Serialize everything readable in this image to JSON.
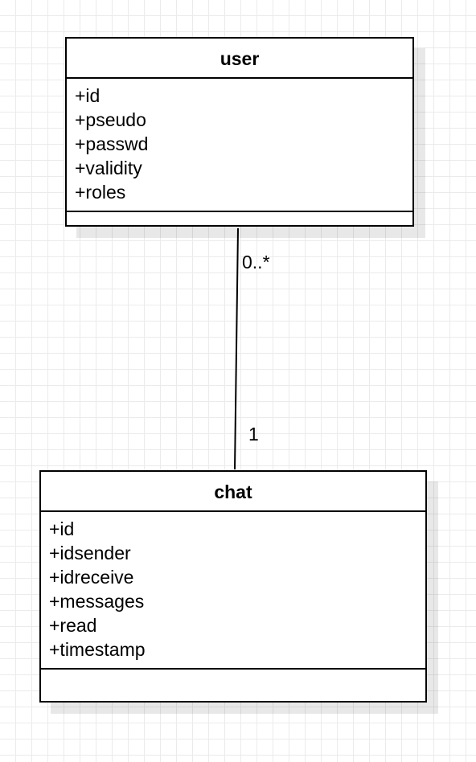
{
  "classes": {
    "user": {
      "name": "user",
      "attributes": [
        "+id",
        "+pseudo",
        "+passwd",
        "+validity",
        "+roles"
      ]
    },
    "chat": {
      "name": "chat",
      "attributes": [
        "+id",
        "+idsender",
        "+idreceive",
        "+messages",
        "+read",
        "+timestamp"
      ]
    }
  },
  "association": {
    "user_end_multiplicity": "0..*",
    "chat_end_multiplicity": "1"
  }
}
